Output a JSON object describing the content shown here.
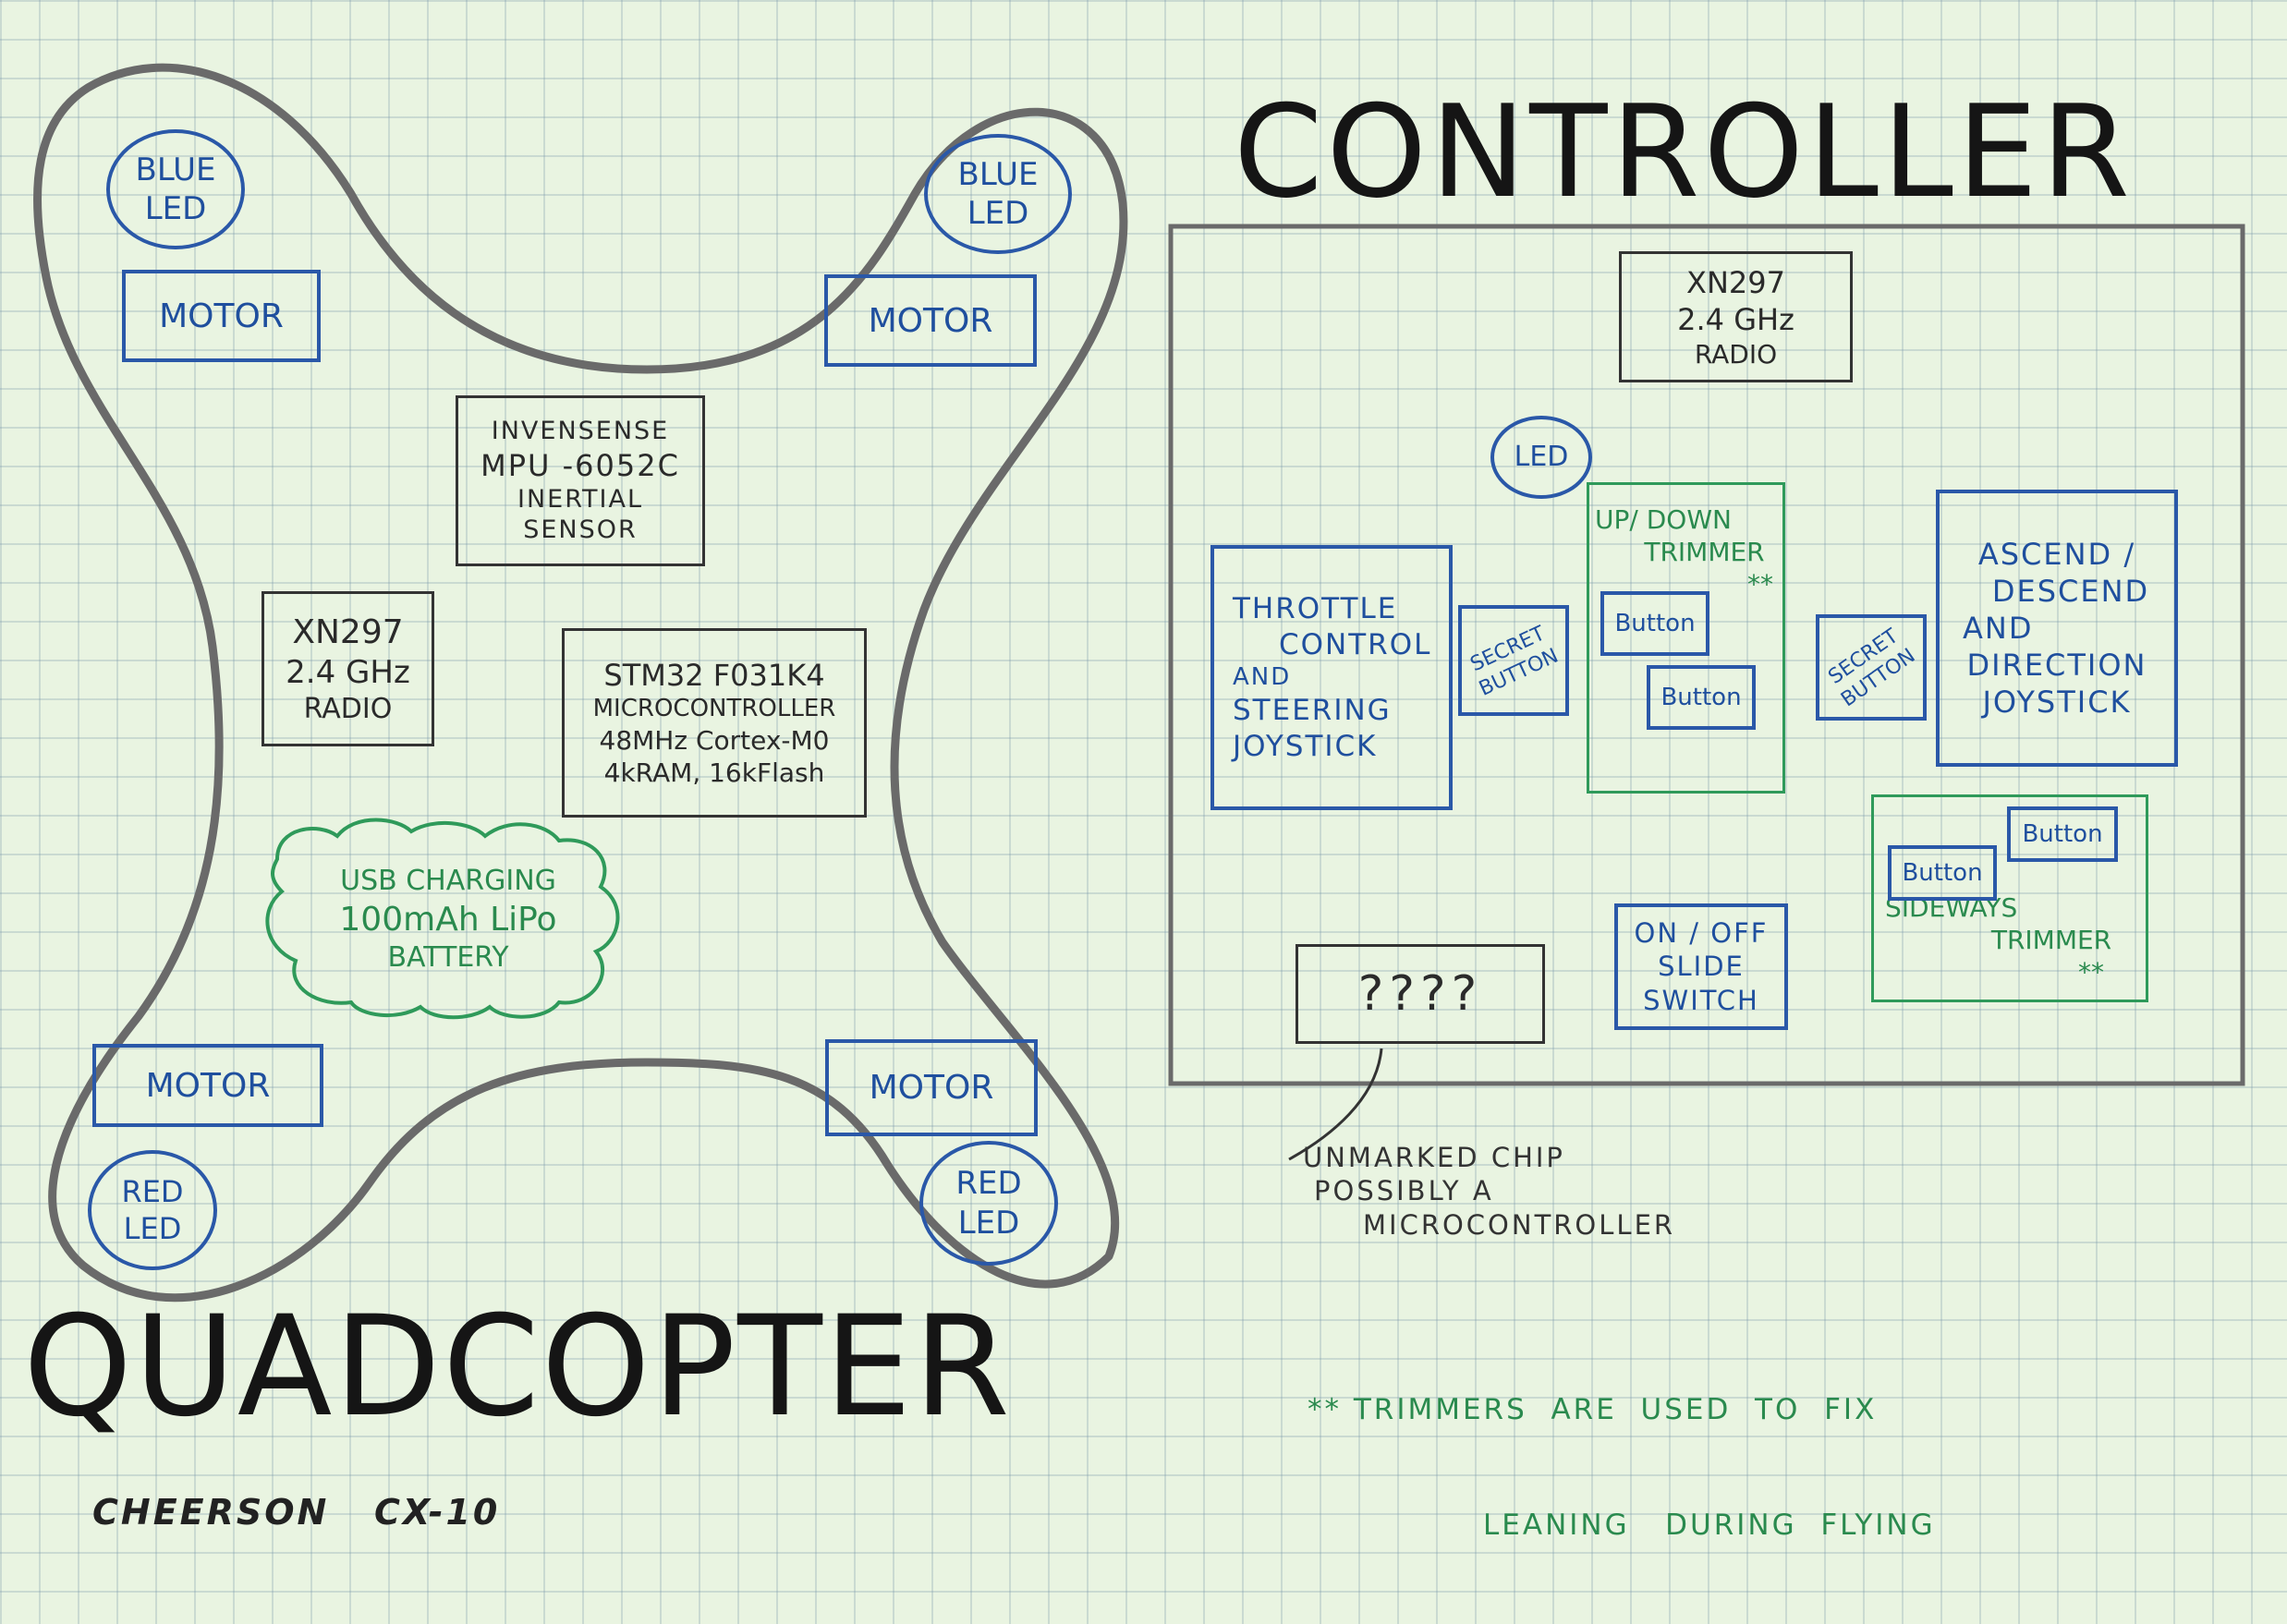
{
  "titles": {
    "controller": "CONTROLLER",
    "quadcopter": "QUADCOPTER",
    "model": "CHEERSON   CX-10"
  },
  "quad": {
    "blue_led_left": [
      "BLUE",
      "LED"
    ],
    "blue_led_right": [
      "BLUE",
      "LED"
    ],
    "red_led_left": [
      "RED",
      "LED"
    ],
    "red_led_right": [
      "RED",
      "LED"
    ],
    "motor_tl": "MOTOR",
    "motor_tr": "MOTOR",
    "motor_bl": "MOTOR",
    "motor_br": "MOTOR",
    "imu": [
      "INVENSENSE",
      "MPU -6052C",
      "INERTIAL",
      "SENSOR"
    ],
    "radio": [
      "XN297",
      "2.4 GHz",
      "RADIO"
    ],
    "mcu": [
      "STM32 F031K4",
      "MICROCONTROLLER",
      "48MHz Cortex-M0",
      "4kRAM, 16kFlash"
    ],
    "battery": [
      "USB CHARGING",
      "100mAh LiPo",
      "BATTERY"
    ]
  },
  "controller": {
    "radio": [
      "XN297",
      "2.4 GHz",
      "RADIO"
    ],
    "led": "LED",
    "left_joystick": [
      "THROTTLE",
      "CONTROL",
      "AND",
      "STEERING",
      "JOYSTICK"
    ],
    "secret_button_left": [
      "SECRET",
      "BUTTON"
    ],
    "updown_trimmer": [
      "UP/ DOWN",
      "TRIMMER",
      "**"
    ],
    "button_1": "Button",
    "button_2": "Button",
    "secret_button_right": [
      "SECRET",
      "BUTTON"
    ],
    "right_joystick": [
      "ASCEND /",
      "DESCEND",
      "AND",
      "DIRECTION",
      "JOYSTICK"
    ],
    "sideways_trimmer": [
      "SIDEWAYS",
      "TRIMMER",
      "**"
    ],
    "button_3": "Button",
    "button_4": "Button",
    "onoff": [
      "ON / OFF",
      "SLIDE",
      "SWITCH"
    ],
    "unknown_chip": "????"
  },
  "notes": {
    "unmarked_chip": [
      "UNMARKED CHIP",
      "POSSIBLY  A",
      "MICROCONTROLLER"
    ],
    "trimmers": [
      "** TRIMMERS  ARE  USED  TO  FIX",
      "LEANING   DURING  FLYING"
    ]
  },
  "colors": {
    "paper": "#e9f4e1",
    "grid": "#8fa8b8",
    "blue_ink": "#2a58a8",
    "green_ink": "#2f9a5a",
    "black_ink": "#2a2a2a",
    "frame_gray": "#6a6a6a"
  }
}
